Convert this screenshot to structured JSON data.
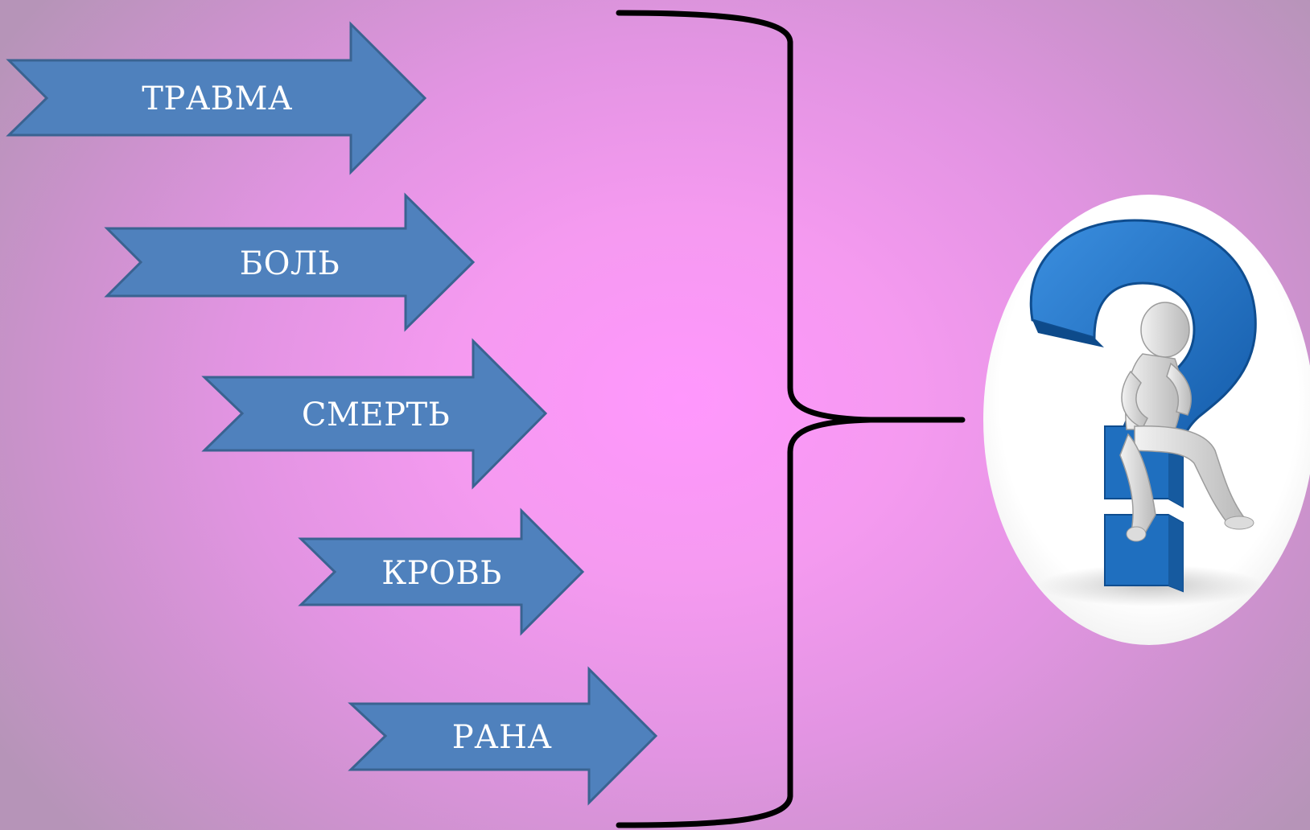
{
  "diagram": {
    "arrows": [
      {
        "label": "ТРАВМА"
      },
      {
        "label": "БОЛЬ"
      },
      {
        "label": "СМЕРТЬ"
      },
      {
        "label": "КРОВЬ"
      },
      {
        "label": "РАНА"
      }
    ],
    "colors": {
      "arrow_fill": "#4f81bd",
      "arrow_stroke": "#3a6391",
      "arrow_text": "#ffffff",
      "brace": "#000000",
      "question_mark_blue": "#1f6fbf",
      "oval": "#ffffff"
    },
    "illustration": {
      "icon": "thinking-person-on-question-mark-icon"
    }
  }
}
